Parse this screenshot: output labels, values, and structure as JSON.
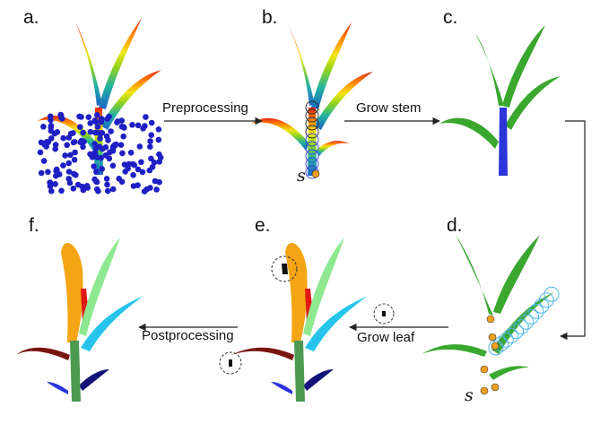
{
  "panels": {
    "a": "a.",
    "b": "b.",
    "c": "c.",
    "d": "d.",
    "e": "e.",
    "f": "f."
  },
  "steps": {
    "preprocessing": "Preprocessing",
    "grow_stem": "Grow stem",
    "grow_leaf": "Grow leaf",
    "postprocessing": "Postprocessing"
  },
  "seed_label": "s",
  "colors": {
    "ground_points": "#1f1fc4",
    "stem_blue": "#2a36d8",
    "leaf_green": "#3aa72f",
    "seed_orange": "#f0a020",
    "organ_orange": "#f5a514",
    "organ_lightgreen": "#8ee890",
    "organ_cyan": "#26c4ec",
    "organ_red": "#e01818",
    "organ_darkred": "#7a1410",
    "organ_navy": "#12127a",
    "organ_stem": "#4c9a52",
    "arrow": "#222222"
  }
}
